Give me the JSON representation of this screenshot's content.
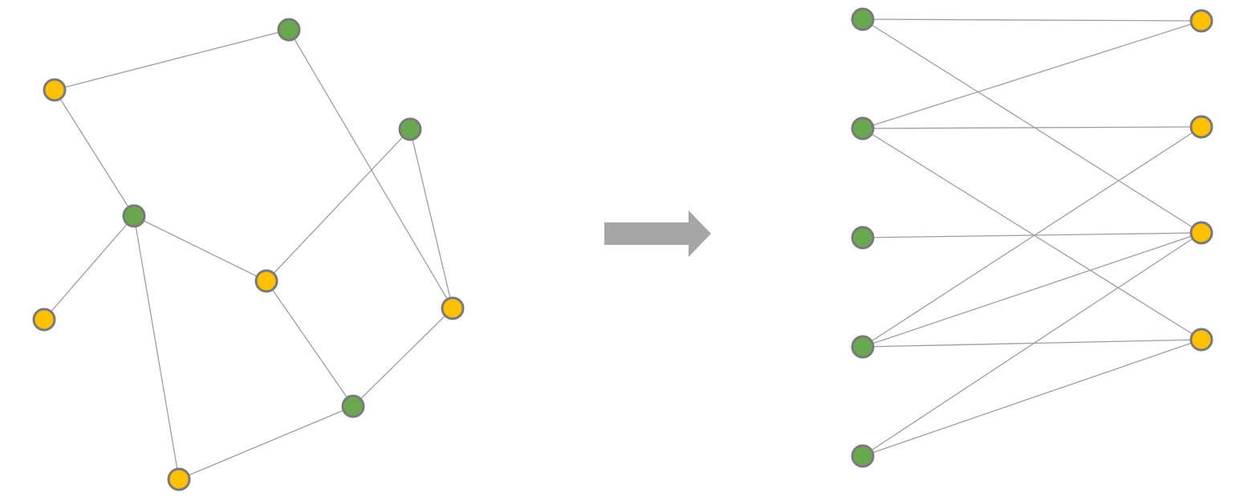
{
  "colors": {
    "part_a": "#6aa84f",
    "part_b": "#ffc000",
    "node_stroke": "#7a7a7a",
    "edge": "#9e9e9e",
    "arrow": "#a6a6a6",
    "background": "#ffffff"
  },
  "arrow_icon": "right-arrow-icon",
  "graph": {
    "node_groups": [
      "part_a",
      "part_b"
    ],
    "nodes": [
      {
        "id": "g1",
        "group": "part_a"
      },
      {
        "id": "g2",
        "group": "part_a"
      },
      {
        "id": "g3",
        "group": "part_a"
      },
      {
        "id": "g4",
        "group": "part_a"
      },
      {
        "id": "g5",
        "group": "part_a"
      },
      {
        "id": "y1",
        "group": "part_b"
      },
      {
        "id": "y2",
        "group": "part_b"
      },
      {
        "id": "y3",
        "group": "part_b"
      },
      {
        "id": "y4",
        "group": "part_b"
      },
      {
        "id": "y5",
        "group": "part_b"
      }
    ],
    "edges": [
      [
        "g1",
        "y1"
      ],
      [
        "g1",
        "y5"
      ],
      [
        "g2",
        "y1"
      ],
      [
        "g2",
        "y2"
      ],
      [
        "g2",
        "y3"
      ],
      [
        "g3",
        "y4"
      ],
      [
        "g4",
        "y2"
      ],
      [
        "g4",
        "y4"
      ],
      [
        "g4",
        "y5"
      ],
      [
        "g5",
        "y3"
      ],
      [
        "g5",
        "y4"
      ],
      [
        "y4",
        "y3"
      ]
    ]
  },
  "bipartite_edges": [
    [
      "g1",
      "y1"
    ],
    [
      "g1",
      "y3"
    ],
    [
      "g2",
      "y1"
    ],
    [
      "g2",
      "y2"
    ],
    [
      "g2",
      "y4"
    ],
    [
      "g3",
      "y3"
    ],
    [
      "g4",
      "y2"
    ],
    [
      "g4",
      "y3"
    ],
    [
      "g4",
      "y4"
    ],
    [
      "g5",
      "y3"
    ],
    [
      "g5",
      "y4"
    ]
  ]
}
